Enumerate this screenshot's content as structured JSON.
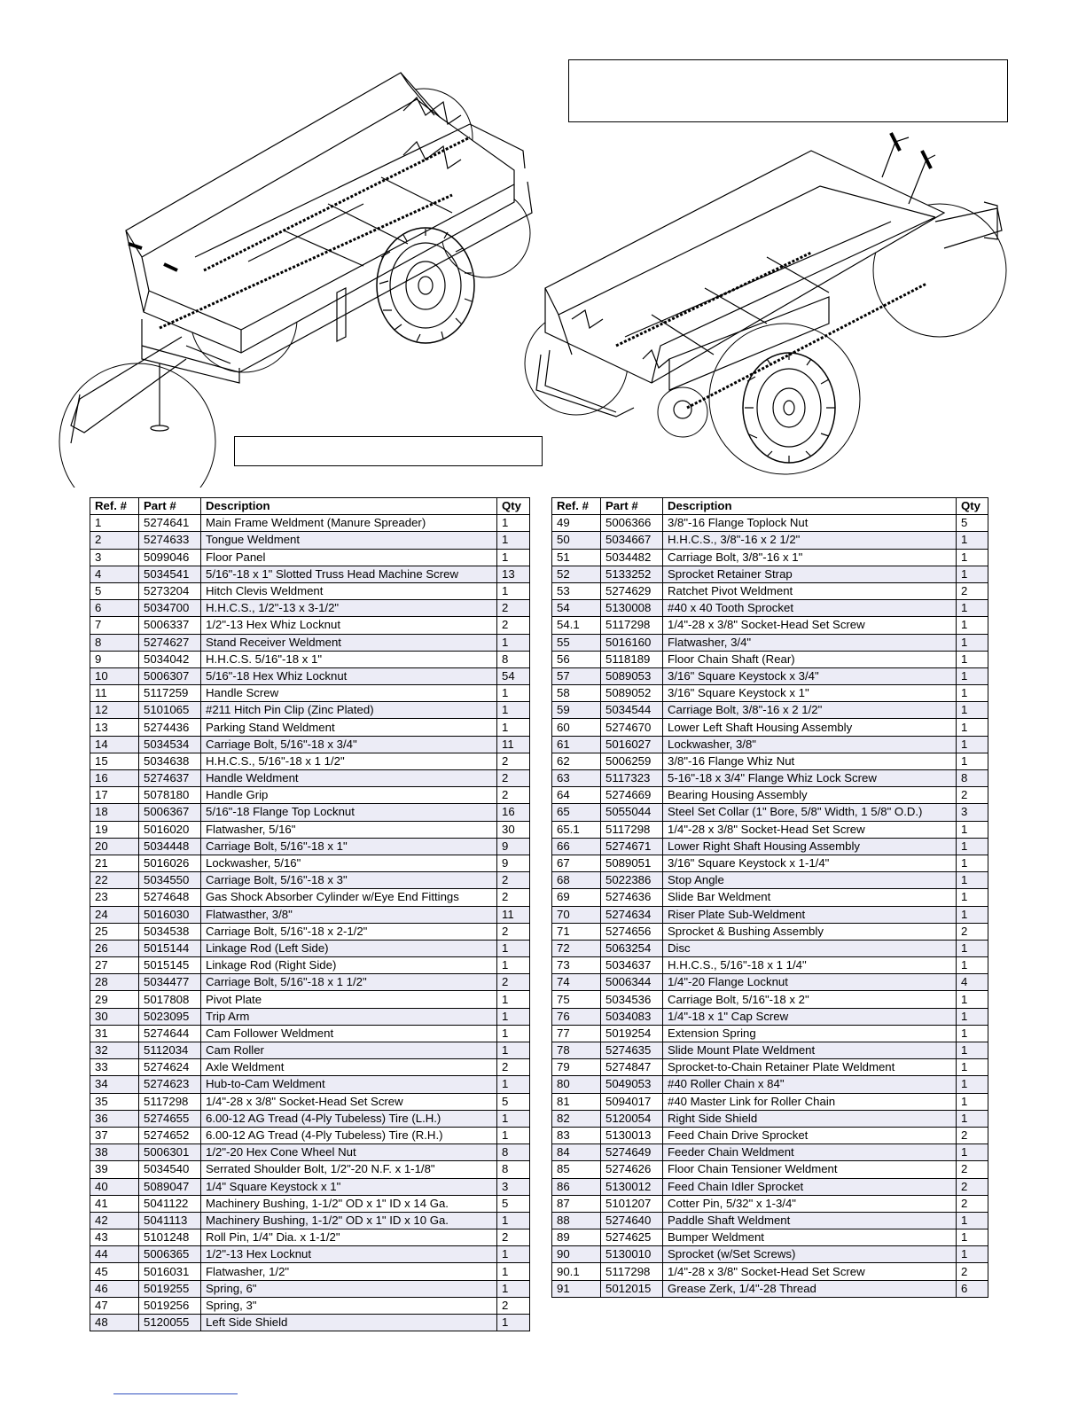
{
  "tables": {
    "headers": {
      "ref": "Ref. #",
      "part": "Part #",
      "desc": "Description",
      "qty": "Qty"
    },
    "left": [
      [
        "1",
        "5274641",
        "Main Frame Weldment (Manure Spreader)",
        "1"
      ],
      [
        "2",
        "5274633",
        "Tongue Weldment",
        "1"
      ],
      [
        "3",
        "5099046",
        "Floor Panel",
        "1"
      ],
      [
        "4",
        "5034541",
        "5/16\"-18 x 1\" Slotted Truss Head Machine Screw",
        "13"
      ],
      [
        "5",
        "5273204",
        "Hitch Clevis Weldment",
        "1"
      ],
      [
        "6",
        "5034700",
        "H.H.C.S., 1/2\"-13 x 3-1/2\"",
        "2"
      ],
      [
        "7",
        "5006337",
        "1/2\"-13 Hex Whiz Locknut",
        "2"
      ],
      [
        "8",
        "5274627",
        "Stand Receiver Weldment",
        "1"
      ],
      [
        "9",
        "5034042",
        "H.H.C.S. 5/16\"-18 x 1\"",
        "8"
      ],
      [
        "10",
        "5006307",
        "5/16\"-18 Hex Whiz Locknut",
        "54"
      ],
      [
        "11",
        "5117259",
        "Handle Screw",
        "1"
      ],
      [
        "12",
        "5101065",
        "#211 Hitch Pin Clip (Zinc Plated)",
        "1"
      ],
      [
        "13",
        "5274436",
        "Parking Stand Weldment",
        "1"
      ],
      [
        "14",
        "5034534",
        "Carriage Bolt, 5/16\"-18 x 3/4\"",
        "11"
      ],
      [
        "15",
        "5034638",
        "H.H.C.S., 5/16\"-18 x 1 1/2\"",
        "2"
      ],
      [
        "16",
        "5274637",
        "Handle Weldment",
        "2"
      ],
      [
        "17",
        "5078180",
        "Handle Grip",
        "2"
      ],
      [
        "18",
        "5006367",
        "5/16\"-18 Flange Top Locknut",
        "16"
      ],
      [
        "19",
        "5016020",
        "Flatwasher, 5/16\"",
        "30"
      ],
      [
        "20",
        "5034448",
        "Carriage Bolt, 5/16\"-18 x 1\"",
        "9"
      ],
      [
        "21",
        "5016026",
        "Lockwasher, 5/16\"",
        "9"
      ],
      [
        "22",
        "5034550",
        "Carriage Bolt, 5/16\"-18 x 3\"",
        "2"
      ],
      [
        "23",
        "5274648",
        "Gas Shock Absorber Cylinder w/Eye End Fittings",
        "2"
      ],
      [
        "24",
        "5016030",
        "Flatwasther, 3/8\"",
        "11"
      ],
      [
        "25",
        "5034538",
        "Carriage Bolt, 5/16\"-18 x 2-1/2\"",
        "2"
      ],
      [
        "26",
        "5015144",
        "Linkage Rod (Left Side)",
        "1"
      ],
      [
        "27",
        "5015145",
        "Linkage Rod (Right Side)",
        "1"
      ],
      [
        "28",
        "5034477",
        "Carriage Bolt, 5/16\"-18 x 1 1/2\"",
        "2"
      ],
      [
        "29",
        "5017808",
        "Pivot Plate",
        "1"
      ],
      [
        "30",
        "5023095",
        "Trip Arm",
        "1"
      ],
      [
        "31",
        "5274644",
        "Cam Follower Weldment",
        "1"
      ],
      [
        "32",
        "5112034",
        "Cam Roller",
        "1"
      ],
      [
        "33",
        "5274624",
        "Axle Weldment",
        "2"
      ],
      [
        "34",
        "5274623",
        "Hub-to-Cam Weldment",
        "1"
      ],
      [
        "35",
        "5117298",
        "1/4\"-28 x 3/8\" Socket-Head Set Screw",
        "5"
      ],
      [
        "36",
        "5274655",
        "6.00-12 AG Tread (4-Ply Tubeless) Tire (L.H.)",
        "1"
      ],
      [
        "37",
        "5274652",
        "6.00-12 AG Tread (4-Ply Tubeless) Tire (R.H.)",
        "1"
      ],
      [
        "38",
        "5006301",
        "1/2\"-20 Hex Cone Wheel Nut",
        "8"
      ],
      [
        "39",
        "5034540",
        "Serrated Shoulder Bolt, 1/2\"-20 N.F. x 1-1/8\"",
        "8"
      ],
      [
        "40",
        "5089047",
        "1/4\" Square Keystock x 1\"",
        "3"
      ],
      [
        "41",
        "5041122",
        "Machinery Bushing, 1-1/2\" OD x 1\" ID x 14 Ga.",
        "5"
      ],
      [
        "42",
        "5041113",
        "Machinery Bushing, 1-1/2\" OD x 1\" ID x 10 Ga.",
        "1"
      ],
      [
        "43",
        "5101248",
        "Roll Pin, 1/4\" Dia. x 1-1/2\"",
        "2"
      ],
      [
        "44",
        "5006365",
        "1/2\"-13 Hex Locknut",
        "1"
      ],
      [
        "45",
        "5016031",
        "Flatwasher, 1/2\"",
        "1"
      ],
      [
        "46",
        "5019255",
        "Spring, 6\"",
        "1"
      ],
      [
        "47",
        "5019256",
        "Spring, 3\"",
        "2"
      ],
      [
        "48",
        "5120055",
        "Left Side Shield",
        "1"
      ]
    ],
    "right": [
      [
        "49",
        "5006366",
        "3/8\"-16 Flange Toplock Nut",
        "5"
      ],
      [
        "50",
        "5034667",
        "H.H.C.S., 3/8\"-16 x 2 1/2\"",
        "1"
      ],
      [
        "51",
        "5034482",
        "Carriage Bolt, 3/8\"-16 x 1\"",
        "1"
      ],
      [
        "52",
        "5133252",
        "Sprocket Retainer Strap",
        "1"
      ],
      [
        "53",
        "5274629",
        "Ratchet Pivot Weldment",
        "2"
      ],
      [
        "54",
        "5130008",
        "#40 x 40 Tooth Sprocket",
        "1"
      ],
      [
        "54.1",
        "5117298",
        "1/4\"-28 x 3/8\" Socket-Head Set Screw",
        "1"
      ],
      [
        "55",
        "5016160",
        "Flatwasher, 3/4\"",
        "1"
      ],
      [
        "56",
        "5118189",
        "Floor Chain Shaft (Rear)",
        "1"
      ],
      [
        "57",
        "5089053",
        "3/16\" Square Keystock x 3/4\"",
        "1"
      ],
      [
        "58",
        "5089052",
        "3/16\" Square Keystock x 1\"",
        "1"
      ],
      [
        "59",
        "5034544",
        "Carriage Bolt, 3/8\"-16 x 2 1/2\"",
        "1"
      ],
      [
        "60",
        "5274670",
        "Lower Left Shaft Housing Assembly",
        "1"
      ],
      [
        "61",
        "5016027",
        "Lockwasher, 3/8\"",
        "1"
      ],
      [
        "62",
        "5006259",
        "3/8\"-16 Flange Whiz Nut",
        "1"
      ],
      [
        "63",
        "5117323",
        "5-16\"-18 x 3/4\" Flange Whiz Lock Screw",
        "8"
      ],
      [
        "64",
        "5274669",
        "Bearing Housing Assembly",
        "2"
      ],
      [
        "65",
        "5055044",
        "Steel Set Collar (1\" Bore, 5/8\" Width, 1 5/8\" O.D.)",
        "3"
      ],
      [
        "65.1",
        "5117298",
        "1/4\"-28 x 3/8\" Socket-Head Set Screw",
        "1"
      ],
      [
        "66",
        "5274671",
        "Lower Right Shaft Housing Assembly",
        "1"
      ],
      [
        "67",
        "5089051",
        "3/16\" Square Keystock x 1-1/4\"",
        "1"
      ],
      [
        "68",
        "5022386",
        "Stop Angle",
        "1"
      ],
      [
        "69",
        "5274636",
        "Slide Bar Weldment",
        "1"
      ],
      [
        "70",
        "5274634",
        "Riser Plate Sub-Weldment",
        "1"
      ],
      [
        "71",
        "5274656",
        "Sprocket & Bushing Assembly",
        "2"
      ],
      [
        "72",
        "5063254",
        "Disc",
        "1"
      ],
      [
        "73",
        "5034637",
        "H.H.C.S., 5/16\"-18 x 1 1/4\"",
        "1"
      ],
      [
        "74",
        "5006344",
        "1/4\"-20 Flange Locknut",
        "4"
      ],
      [
        "75",
        "5034536",
        "Carriage Bolt, 5/16\"-18 x 2\"",
        "1"
      ],
      [
        "76",
        "5034083",
        "1/4\"-18 x 1\" Cap Screw",
        "1"
      ],
      [
        "77",
        "5019254",
        "Extension Spring",
        "1"
      ],
      [
        "78",
        "5274635",
        "Slide Mount Plate Weldment",
        "1"
      ],
      [
        "79",
        "5274847",
        "Sprocket-to-Chain Retainer Plate Weldment",
        "1"
      ],
      [
        "80",
        "5049053",
        "#40 Roller Chain x 84\"",
        "1"
      ],
      [
        "81",
        "5094017",
        "#40 Master Link for Roller Chain",
        "1"
      ],
      [
        "82",
        "5120054",
        "Right Side Shield",
        "1"
      ],
      [
        "83",
        "5130013",
        "Feed Chain Drive Sprocket",
        "2"
      ],
      [
        "84",
        "5274649",
        "Feeder Chain Weldment",
        "1"
      ],
      [
        "85",
        "5274626",
        "Floor Chain Tensioner Weldment",
        "2"
      ],
      [
        "86",
        "5130012",
        "Feed Chain Idler Sprocket",
        "2"
      ],
      [
        "87",
        "5101207",
        "Cotter Pin, 5/32\" x 1-3/4\"",
        "2"
      ],
      [
        "88",
        "5274640",
        "Paddle Shaft Weldment",
        "1"
      ],
      [
        "89",
        "5274625",
        "Bumper Weldment",
        "1"
      ],
      [
        "90",
        "5130010",
        "Sprocket (w/Set Screws)",
        "1"
      ],
      [
        "90.1",
        "5117298",
        "1/4\"-28 x 3/8\" Socket-Head Set Screw",
        "2"
      ],
      [
        "91",
        "5012015",
        "Grease Zerk, 1/4\"-28 Thread",
        "6"
      ]
    ]
  }
}
